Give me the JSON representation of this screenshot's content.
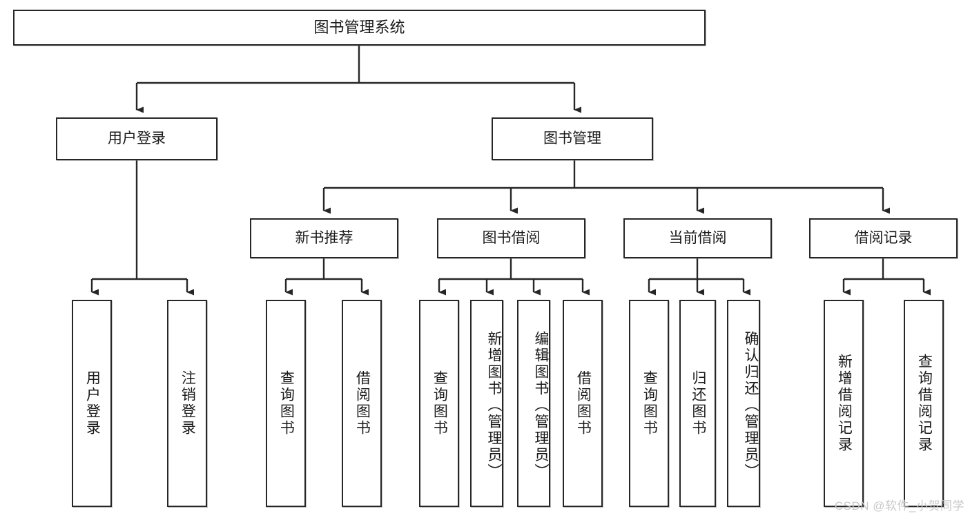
{
  "diagram": {
    "title": "图书管理系统",
    "type": "tree",
    "watermark": "CSDN @软件_小贺同学",
    "colors": {
      "stroke": "#262626",
      "fill": "#ffffff",
      "text": "#1a1a1a",
      "watermark": "#c8c8c8"
    },
    "nodes": {
      "root": {
        "label": "图书管理系统"
      },
      "level2": [
        {
          "id": "user-login",
          "label": "用户登录"
        },
        {
          "id": "book-manage",
          "label": "图书管理"
        }
      ],
      "level3": [
        {
          "id": "new-book-recommend",
          "label": "新书推荐"
        },
        {
          "id": "book-borrow",
          "label": "图书借阅"
        },
        {
          "id": "current-borrow",
          "label": "当前借阅"
        },
        {
          "id": "borrow-record",
          "label": "借阅记录"
        }
      ],
      "leaves": [
        {
          "id": "leaf-user-login",
          "label": "用户登录",
          "parent": "user-login"
        },
        {
          "id": "leaf-logout",
          "label": "注销登录",
          "parent": "user-login"
        },
        {
          "id": "leaf-query-book-1",
          "label": "查询图书",
          "parent": "new-book-recommend"
        },
        {
          "id": "leaf-borrow-book-1",
          "label": "借阅图书",
          "parent": "new-book-recommend"
        },
        {
          "id": "leaf-query-book-2",
          "label": "查询图书",
          "parent": "book-borrow"
        },
        {
          "id": "leaf-add-book",
          "label": "新增图书（管理员）",
          "parent": "book-borrow"
        },
        {
          "id": "leaf-edit-book",
          "label": "编辑图书（管理员）",
          "parent": "book-borrow"
        },
        {
          "id": "leaf-borrow-book-2",
          "label": "借阅图书",
          "parent": "book-borrow"
        },
        {
          "id": "leaf-query-book-3",
          "label": "查询图书",
          "parent": "current-borrow"
        },
        {
          "id": "leaf-return-book",
          "label": "归还图书",
          "parent": "current-borrow"
        },
        {
          "id": "leaf-confirm-return",
          "label": "确认归还（管理员）",
          "parent": "current-borrow"
        },
        {
          "id": "leaf-add-record",
          "label": "新增借阅记录",
          "parent": "borrow-record"
        },
        {
          "id": "leaf-query-record",
          "label": "查询借阅记录",
          "parent": "borrow-record"
        }
      ]
    }
  }
}
